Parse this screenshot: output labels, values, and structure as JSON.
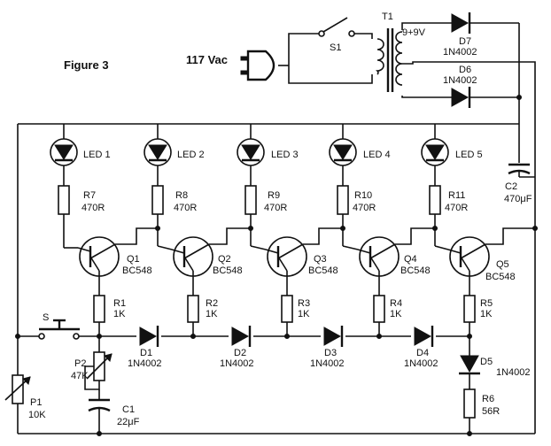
{
  "figure_title": "Figure 3",
  "mains_label": "117 Vac",
  "switch_s1": "S1",
  "transformer": {
    "ref": "T1",
    "secondary": "9+9V"
  },
  "d7": {
    "ref": "D7",
    "value": "1N4002"
  },
  "d6": {
    "ref": "D6",
    "value": "1N4002"
  },
  "c2": {
    "ref": "C2",
    "value": "470μF"
  },
  "leds": [
    "LED 1",
    "LED 2",
    "LED 3",
    "LED 4",
    "LED 5"
  ],
  "led_resistors": [
    {
      "ref": "R7",
      "value": "470R"
    },
    {
      "ref": "R8",
      "value": "470R"
    },
    {
      "ref": "R9",
      "value": "470R"
    },
    {
      "ref": "R10",
      "value": "470R"
    },
    {
      "ref": "R11",
      "value": "470R"
    }
  ],
  "transistors": [
    {
      "ref": "Q1",
      "value": "BC548"
    },
    {
      "ref": "Q2",
      "value": "BC548"
    },
    {
      "ref": "Q3",
      "value": "BC548"
    },
    {
      "ref": "Q4",
      "value": "BC548"
    },
    {
      "ref": "Q5",
      "value": "BC548"
    }
  ],
  "base_resistors": [
    {
      "ref": "R1",
      "value": "1K"
    },
    {
      "ref": "R2",
      "value": "1K"
    },
    {
      "ref": "R3",
      "value": "1K"
    },
    {
      "ref": "R4",
      "value": "1K"
    },
    {
      "ref": "R5",
      "value": "1K"
    }
  ],
  "chain_diodes": [
    {
      "ref": "D1",
      "value": "1N4002"
    },
    {
      "ref": "D2",
      "value": "1N4002"
    },
    {
      "ref": "D3",
      "value": "1N4002"
    },
    {
      "ref": "D4",
      "value": "1N4002"
    }
  ],
  "d5": {
    "ref": "D5",
    "value": "1N4002"
  },
  "r6": {
    "ref": "R6",
    "value": "56R"
  },
  "switch_s": "S",
  "p1": {
    "ref": "P1",
    "value": "10K"
  },
  "p2": {
    "ref": "P2",
    "value": "47K"
  },
  "c1": {
    "ref": "C1",
    "value": "22μF"
  }
}
